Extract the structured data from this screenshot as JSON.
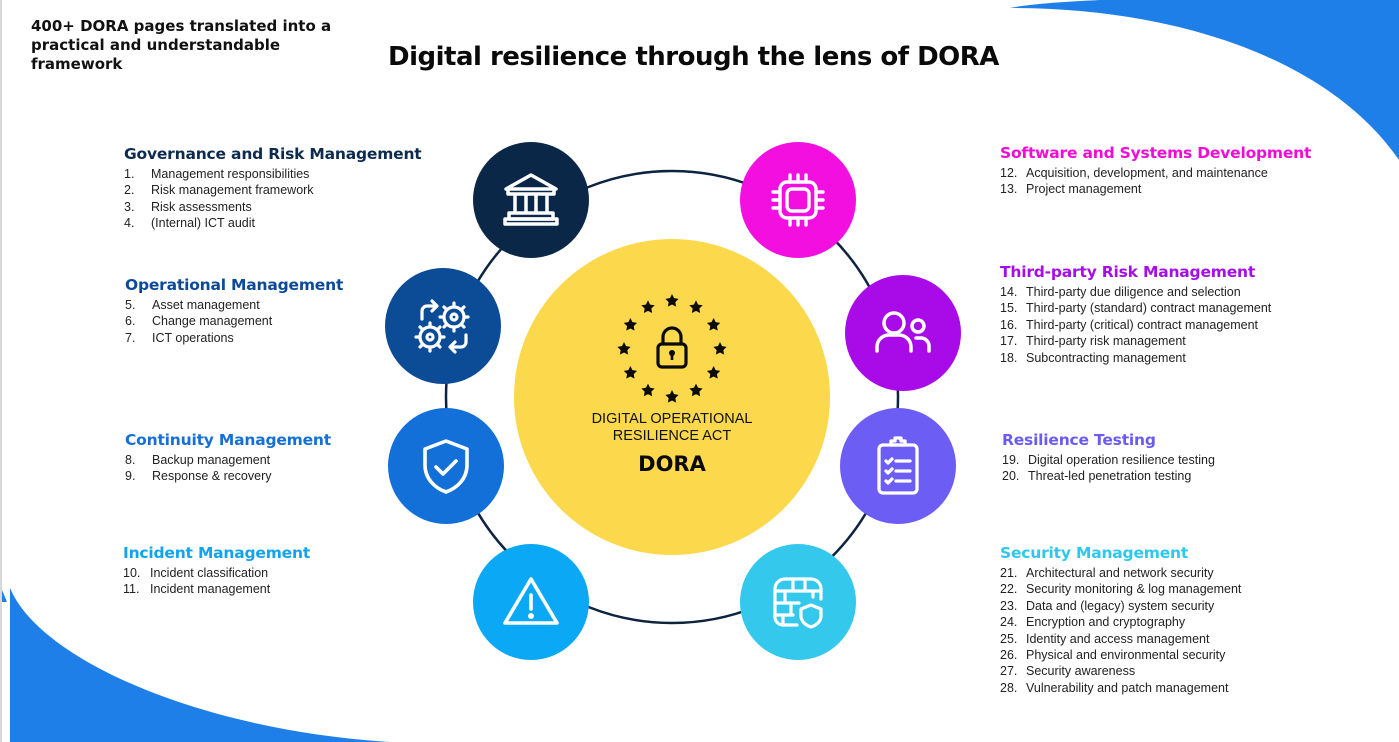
{
  "header": {
    "tagline": "400+ DORA pages translated into a practical and understandable framework",
    "title": "Digital resilience through the lens of DORA"
  },
  "center": {
    "act_line1": "DIGITAL OPERATIONAL",
    "act_line2": "RESILIENCE ACT",
    "acronym": "DORA",
    "icon": "eu-stars-padlock-icon",
    "color": "#fcd84d"
  },
  "colors": {
    "swoosh": "#1f7fe8",
    "ring": "#0d2340"
  },
  "sections": [
    {
      "title": "Governance and Risk Management",
      "color": "#0d2a4f",
      "icon": "bank-building-icon",
      "node_color": "#0b2748",
      "items": [
        {
          "num": "1.",
          "text": "Management responsibilities"
        },
        {
          "num": "2.",
          "text": "Risk management framework"
        },
        {
          "num": "3.",
          "text": "Risk assessments"
        },
        {
          "num": "4.",
          "text": "(Internal) ICT audit"
        }
      ]
    },
    {
      "title": "Operational Management",
      "color": "#0c4a99",
      "icon": "gears-cycle-icon",
      "node_color": "#0c4b95",
      "items": [
        {
          "num": "5.",
          "text": "Asset management"
        },
        {
          "num": "6.",
          "text": "Change management"
        },
        {
          "num": "7.",
          "text": "ICT operations"
        }
      ]
    },
    {
      "title": "Continuity Management",
      "color": "#1470d6",
      "icon": "shield-check-icon",
      "node_color": "#1370d8",
      "items": [
        {
          "num": "8.",
          "text": "Backup management"
        },
        {
          "num": "9.",
          "text": "Response & recovery"
        }
      ]
    },
    {
      "title": "Incident Management",
      "color": "#12a3ef",
      "icon": "warning-triangle-icon",
      "node_color": "#0aa8f5",
      "items": [
        {
          "num": "10.",
          "text": "Incident classification"
        },
        {
          "num": "11.",
          "text": "Incident management"
        }
      ]
    },
    {
      "title": "Software and Systems Development",
      "color": "#f20ad6",
      "icon": "cpu-chip-icon",
      "node_color": "#f20fe0",
      "items": [
        {
          "num": "12.",
          "text": "Acquisition, development, and maintenance"
        },
        {
          "num": "13.",
          "text": "Project management"
        }
      ]
    },
    {
      "title": "Third-party Risk Management",
      "color": "#a60ee8",
      "icon": "users-icon",
      "node_color": "#a80be8",
      "items": [
        {
          "num": "14.",
          "text": "Third-party due diligence and selection"
        },
        {
          "num": "15.",
          "text": "Third-party (standard) contract management"
        },
        {
          "num": "16.",
          "text": "Third-party (critical) contract management"
        },
        {
          "num": "17.",
          "text": "Third-party risk management"
        },
        {
          "num": "18.",
          "text": "Subcontracting management"
        }
      ]
    },
    {
      "title": "Resilience Testing",
      "color": "#6a5cf2",
      "icon": "clipboard-checklist-icon",
      "node_color": "#6c5ef4",
      "items": [
        {
          "num": "19.",
          "text": "Digital operation resilience testing"
        },
        {
          "num": "20.",
          "text": "Threat-led penetration testing"
        }
      ]
    },
    {
      "title": "Security Management",
      "color": "#2ec8ee",
      "icon": "firewall-shield-icon",
      "node_color": "#33c8ec",
      "items": [
        {
          "num": "21.",
          "text": "Architectural and network security"
        },
        {
          "num": "22.",
          "text": "Security monitoring & log management"
        },
        {
          "num": "23.",
          "text": "Data and (legacy) system security"
        },
        {
          "num": "24.",
          "text": "Encryption and cryptography"
        },
        {
          "num": "25.",
          "text": "Identity and access management"
        },
        {
          "num": "26.",
          "text": "Physical and environmental security"
        },
        {
          "num": "27.",
          "text": "Security awareness"
        },
        {
          "num": "28.",
          "text": "Vulnerability and patch management"
        }
      ]
    }
  ]
}
